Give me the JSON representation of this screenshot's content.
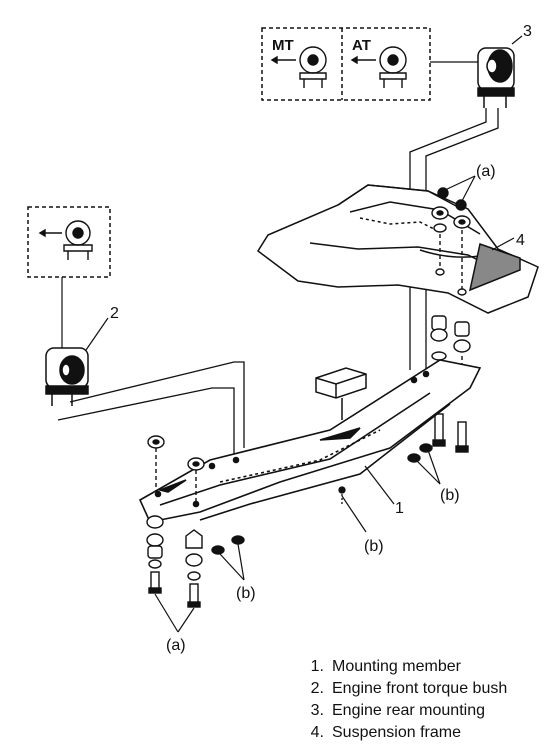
{
  "inset": {
    "mt_label": "MT",
    "at_label": "AT"
  },
  "callouts": {
    "n1": "1",
    "n2": "2",
    "n3": "3",
    "n4": "4",
    "a": "(a)",
    "b": "(b)"
  },
  "legend": [
    {
      "num": "1.",
      "text": "Mounting member"
    },
    {
      "num": "2.",
      "text": "Engine front torque bush"
    },
    {
      "num": "3.",
      "text": "Engine rear mounting"
    },
    {
      "num": "4.",
      "text": "Suspension frame"
    }
  ]
}
